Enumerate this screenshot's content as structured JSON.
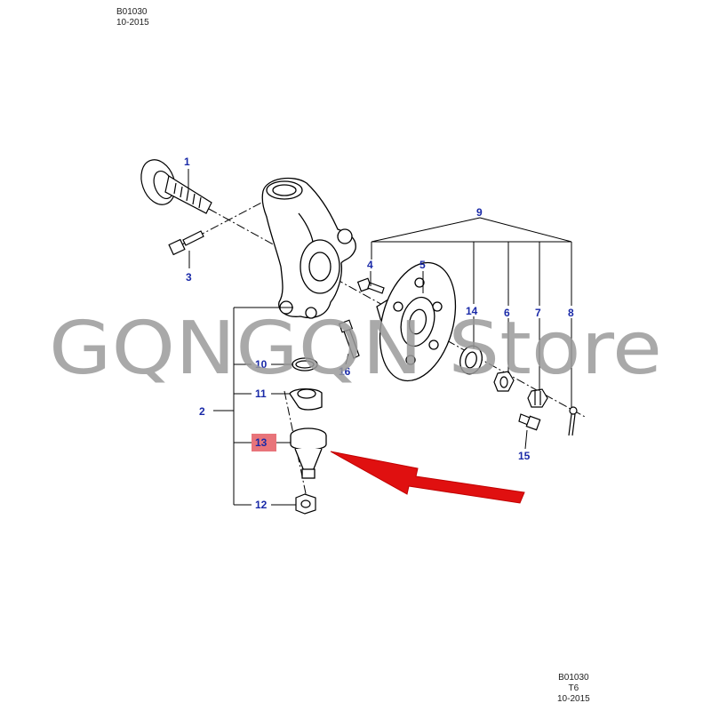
{
  "header": {
    "code": "B01030",
    "date": "10-2015"
  },
  "footer": {
    "code": "B01030",
    "model": "T6",
    "date": "10-2015"
  },
  "watermark": "GQNGQN Store",
  "highlighted_part": "13",
  "callouts": {
    "c1": "1",
    "c2": "2",
    "c3": "3",
    "c4": "4",
    "c5": "5",
    "c6": "6",
    "c7": "7",
    "c8": "8",
    "c9": "9",
    "c10": "10",
    "c11": "11",
    "c12": "12",
    "c13": "13",
    "c14": "14",
    "c15": "15",
    "c16": "16"
  },
  "colors": {
    "callout_text": "#1a2aa8",
    "highlight_box": "#e8747a",
    "arrow": "#e01010",
    "line_art": "#000000"
  }
}
